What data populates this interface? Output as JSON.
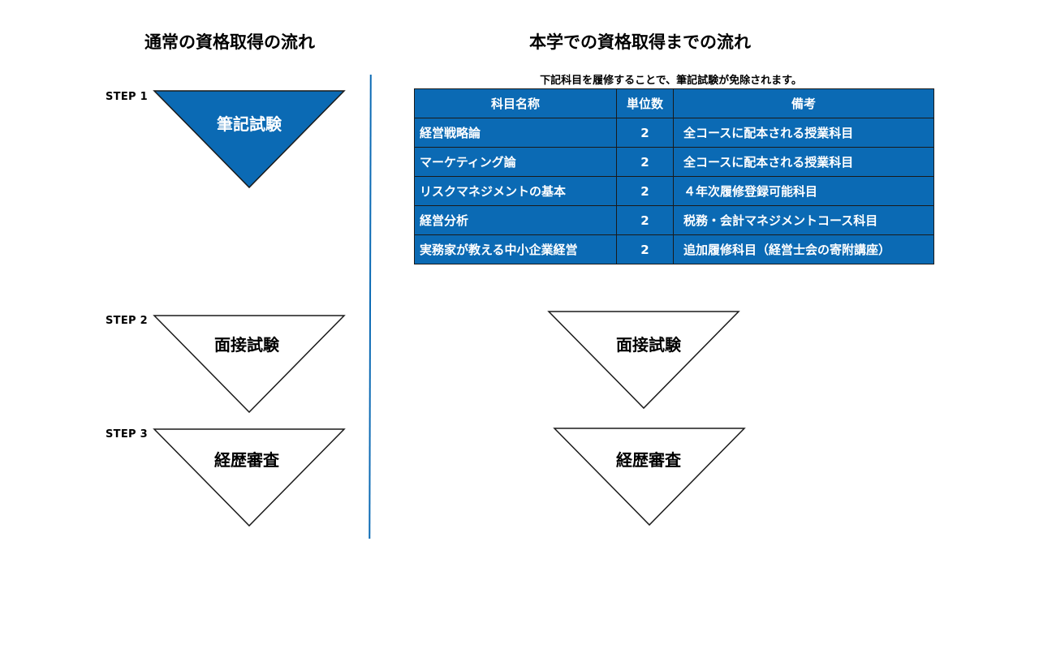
{
  "colors": {
    "accent": "#0B6AB4",
    "outline": "#1a1a1a"
  },
  "left": {
    "title": "通常の資格取得の流れ",
    "steps": [
      {
        "label": "STEP 1",
        "text": "筆記試験",
        "filled": true
      },
      {
        "label": "STEP 2",
        "text": "面接試験",
        "filled": false
      },
      {
        "label": "STEP 3",
        "text": "経歴審査",
        "filled": false
      }
    ]
  },
  "right": {
    "title": "本学での資格取得までの流れ",
    "caption": "下記科目を履修することで、筆記試験が免除されます。",
    "table": {
      "headers": [
        "科目名称",
        "単位数",
        "備考"
      ],
      "rows": [
        [
          "経営戦略論",
          "2",
          "全コースに配本される授業科目"
        ],
        [
          "マーケティング論",
          "2",
          "全コースに配本される授業科目"
        ],
        [
          "リスクマネジメントの基本",
          "2",
          "４年次履修登録可能科目"
        ],
        [
          "経営分析",
          "2",
          "税務・会計マネジメントコース科目"
        ],
        [
          "実務家が教える中小企業経営",
          "2",
          "追加履修科目（経営士会の寄附講座）"
        ]
      ]
    },
    "steps": [
      {
        "text": "面接試験"
      },
      {
        "text": "経歴審査"
      }
    ]
  }
}
